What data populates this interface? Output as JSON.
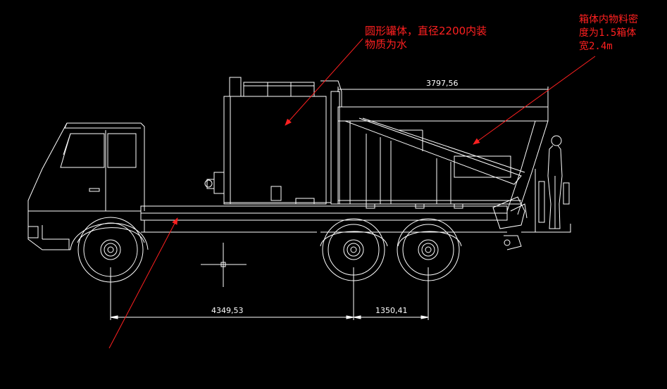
{
  "annotations": {
    "tank_note_line1": "圆形罐体，直径2200内装",
    "tank_note_line2": "物质为水",
    "box_note_line1": "箱体内物料密",
    "box_note_line2": "度为1.5箱体",
    "box_note_line3": "宽2.4m"
  },
  "dimensions": {
    "box_length": "3797,56",
    "wheelbase_front": "4349,53",
    "wheelbase_rear": "1350,41"
  },
  "colors": {
    "background": "#000000",
    "lines": "#ffffff",
    "annotation": "#ff2020"
  }
}
